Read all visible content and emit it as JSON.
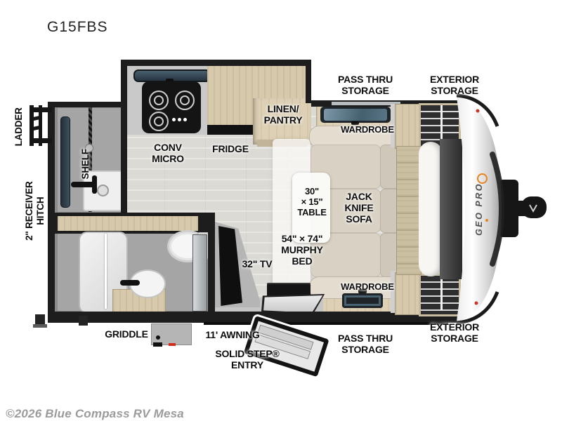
{
  "title": "G15FBS",
  "watermark": "©2026 Blue Compass RV Mesa",
  "front_cap_logo": "GEO PRO",
  "labels": {
    "ladder": "LADDER",
    "receiver_hitch": "2\" RECEIVER\nHITCH",
    "shelf": "SHELF",
    "conv_micro": "CONV\nMICRO",
    "fridge": "FRIDGE",
    "linen_pantry": "LINEN/\nPANTRY",
    "pass_thru_storage_top": "PASS THRU\nSTORAGE",
    "exterior_storage_top": "EXTERIOR\nSTORAGE",
    "wardrobe_top": "WARDROBE",
    "table": "30\"\n× 15\"\nTABLE",
    "jack_knife_sofa": "JACK\nKNIFE\nSOFA",
    "murphy_bed": "54\" × 74\"\nMURPHY\nBED",
    "tv": "32\" TV",
    "wardrobe_bottom": "WARDROBE",
    "pass_thru_storage_bottom": "PASS THRU\nSTORAGE",
    "exterior_storage_bottom": "EXTERIOR\nSTORAGE",
    "griddle": "GRIDDLE",
    "awning": "11' AWNING",
    "entry": "SOLID STEP®\nENTRY"
  },
  "colors": {
    "wall": "#1d1d1d",
    "wood_cabinet": "#d6c9ac",
    "floor": "#dbdad5",
    "label_text": "#0d0d0d",
    "accent_orange": "#e8831f",
    "watermark_text": "#9b9b9b"
  }
}
